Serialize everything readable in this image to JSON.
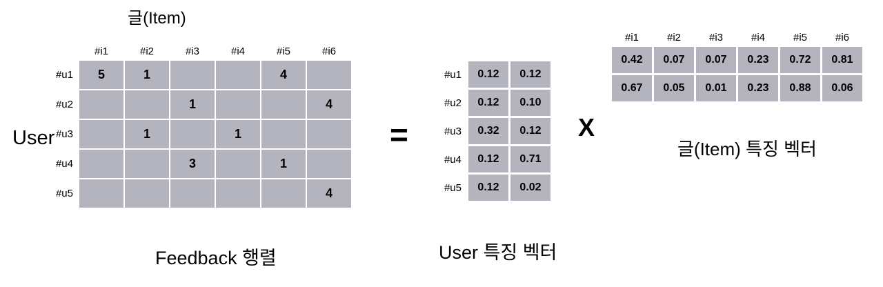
{
  "colors": {
    "background": "#ffffff",
    "cell_bg": "#b4b4bf",
    "text": "#000000"
  },
  "operators": {
    "equals": "=",
    "multiply": "X"
  },
  "feedback": {
    "title": "글(Item)",
    "user_label": "User",
    "caption": "Feedback 행렬",
    "col_headers": [
      "#i1",
      "#i2",
      "#i3",
      "#i4",
      "#i5",
      "#i6"
    ],
    "row_headers": [
      "#u1",
      "#u2",
      "#u3",
      "#u4",
      "#u5"
    ],
    "cells": [
      [
        "5",
        "1",
        "",
        "",
        "4",
        ""
      ],
      [
        "",
        "",
        "1",
        "",
        "",
        "4"
      ],
      [
        "",
        "1",
        "",
        "1",
        "",
        ""
      ],
      [
        "",
        "",
        "3",
        "",
        "1",
        ""
      ],
      [
        "",
        "",
        "",
        "",
        "",
        "4"
      ]
    ]
  },
  "user_matrix": {
    "caption": "User 특징 벡터",
    "row_headers": [
      "#u1",
      "#u2",
      "#u3",
      "#u4",
      "#u5"
    ],
    "cells": [
      [
        "0.12",
        "0.12"
      ],
      [
        "0.12",
        "0.10"
      ],
      [
        "0.32",
        "0.12"
      ],
      [
        "0.12",
        "0.71"
      ],
      [
        "0.12",
        "0.02"
      ]
    ]
  },
  "item_matrix": {
    "caption": "글(Item) 특징 벡터",
    "col_headers": [
      "#i1",
      "#i2",
      "#i3",
      "#i4",
      "#i5",
      "#i6"
    ],
    "cells": [
      [
        "0.42",
        "0.07",
        "0.07",
        "0.23",
        "0.72",
        "0.81"
      ],
      [
        "0.67",
        "0.05",
        "0.01",
        "0.23",
        "0.88",
        "0.06"
      ]
    ]
  }
}
